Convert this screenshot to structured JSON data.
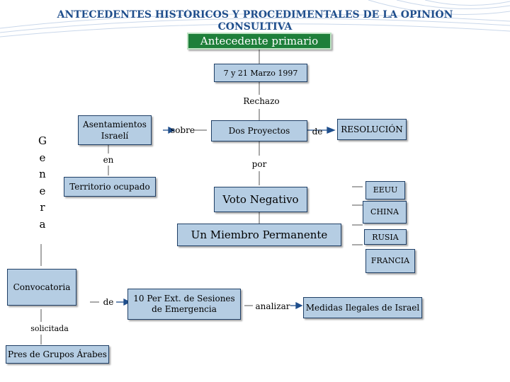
{
  "title": {
    "line1": "ANTECEDENTES HISTÓRICOS Y PROCEDIMENTALES DE LA OPINIÓN",
    "line2": "CONSULTIVA"
  },
  "header_box": "Antecedente primario",
  "date_box": "7 y 21 Marzo 1997",
  "rechazo": "Rechazo",
  "asentamientos": "Asentamientos Israelí",
  "sobre": "sobre",
  "dos_proyectos": "Dos Proyectos",
  "de_1": "de",
  "resolucion": "RESOLUCIÓN",
  "en": "en",
  "por": "por",
  "territorio": "Territorio ocupado",
  "voto_negativo": "Voto Negativo",
  "eeuu": "EEUU",
  "china": "CHINA",
  "un_miembro": "Un Miembro Permanente",
  "rusia": "RUSIA",
  "francia": "FRANCIA",
  "genera": "Genera",
  "convocatoria": "Convocatoria",
  "de_2": "de",
  "per_ext": "10 Per Ext. de Sesiones de Emergencia",
  "analizar": "analizar",
  "medidas": "Medidas Ilegales de Israel",
  "solicitada": "solicitada",
  "pres": "Pres de Grupos Árabes",
  "colors": {
    "title": "#1f4e8c",
    "box_fill": "#b5cde3",
    "box_border": "#1f3f66",
    "header_fill": "#1e7f3a"
  }
}
